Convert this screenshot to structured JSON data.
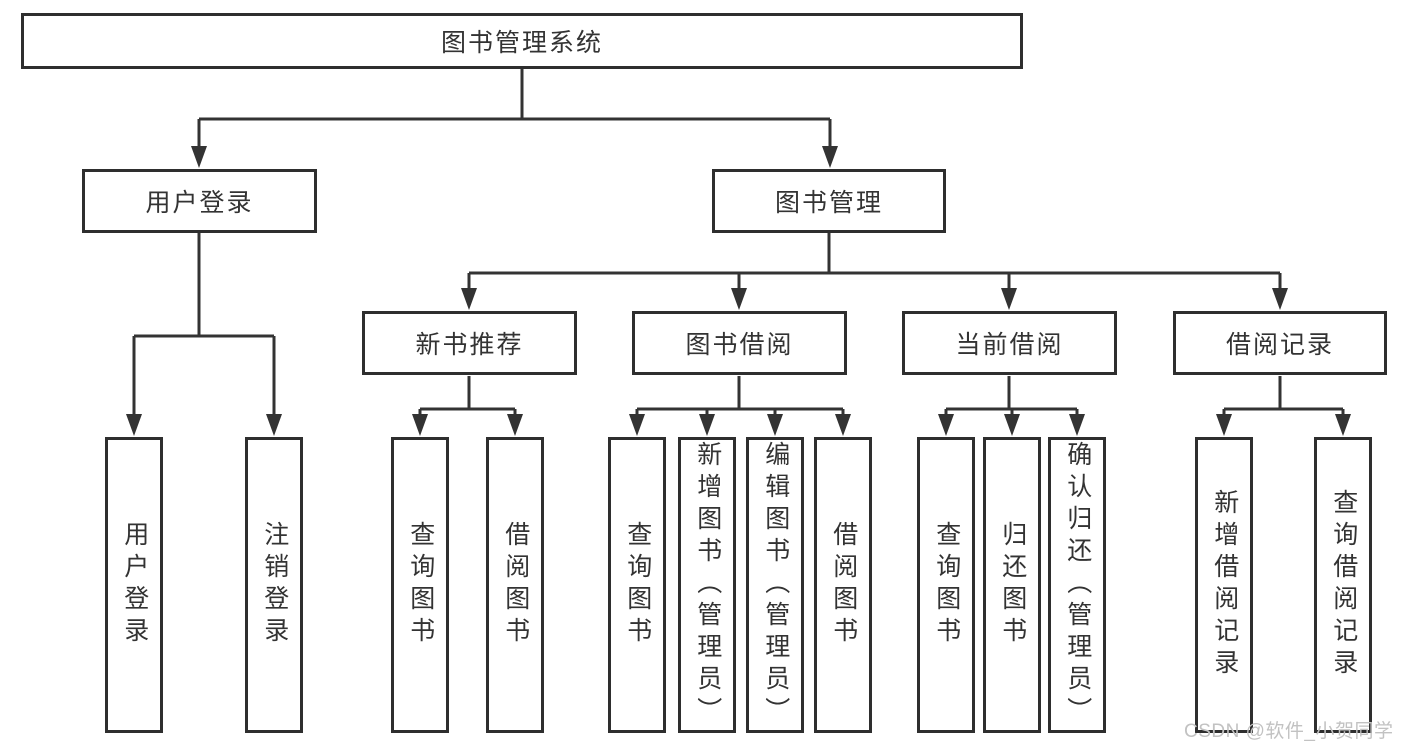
{
  "tree": {
    "root": {
      "label": "图书管理系统"
    },
    "branches": [
      {
        "label": "用户登录",
        "leaves": [
          {
            "label": "用户登录"
          },
          {
            "label": "注销登录"
          }
        ]
      },
      {
        "label": "图书管理",
        "groups": [
          {
            "label": "新书推荐",
            "leaves": [
              {
                "label": "查询图书"
              },
              {
                "label": "借阅图书"
              }
            ]
          },
          {
            "label": "图书借阅",
            "leaves": [
              {
                "label": "查询图书"
              },
              {
                "label": "新增图书（管理员）"
              },
              {
                "label": "编辑图书（管理员）"
              },
              {
                "label": "借阅图书"
              }
            ]
          },
          {
            "label": "当前借阅",
            "leaves": [
              {
                "label": "查询图书"
              },
              {
                "label": "归还图书"
              },
              {
                "label": "确认归还（管理员）"
              }
            ]
          },
          {
            "label": "借阅记录",
            "leaves": [
              {
                "label": "新增借阅记录"
              },
              {
                "label": "查询借阅记录"
              }
            ]
          }
        ]
      }
    ]
  },
  "watermark": {
    "text": "CSDN @软件_小贺同学"
  },
  "colors": {
    "background": "#ffffff",
    "line": "#333333",
    "box_border": "#2e2e2e",
    "box_fill": "#ffffff",
    "text": "#333333",
    "watermark": "#c2c2c2"
  }
}
